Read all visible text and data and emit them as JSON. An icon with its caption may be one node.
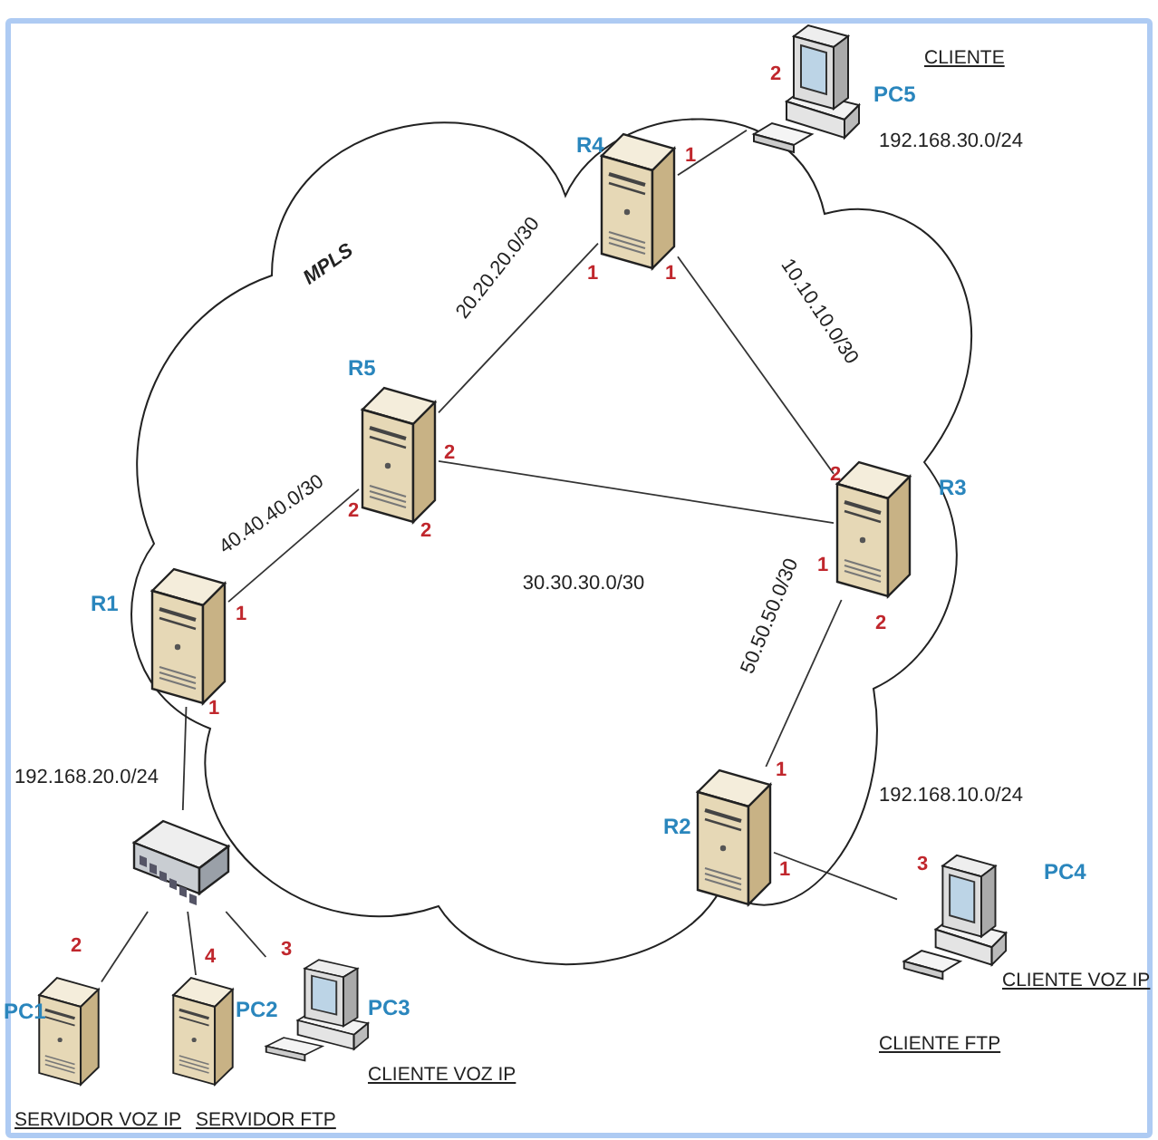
{
  "diagram": {
    "nodes": [
      {
        "text": [
          "MPLS"
        ]
      },
      {
        "text": [],
        "shape": "server",
        "beside": [
          "R4"
        ],
        "in": 0
      },
      {
        "text": [],
        "shape": "computer",
        "beside": [
          "PC5",
          "CLIENTE"
        ]
      },
      {
        "text": [],
        "shape": "server",
        "beside": [
          "R5"
        ],
        "in": 0
      },
      {
        "text": [],
        "shape": "server",
        "beside": [
          "R3"
        ],
        "in": 0
      },
      {
        "text": [],
        "shape": "server",
        "beside": [
          "R1"
        ],
        "in": 0
      },
      {
        "text": [],
        "shape": "server",
        "beside": [
          "R2"
        ],
        "in": 0
      },
      {
        "text": [],
        "shape": "switch"
      },
      {
        "text": [],
        "shape": "server",
        "beside": [
          "PC1",
          "SERVIDOR VOZ IP"
        ]
      },
      {
        "text": [],
        "shape": "server",
        "beside": [
          "PC2",
          "SERVIDOR FTP"
        ]
      },
      {
        "text": [],
        "shape": "computer",
        "beside": [
          "PC3",
          "CLIENTE VOZ IP"
        ]
      },
      {
        "text": [],
        "shape": "computer",
        "beside": [
          "PC4",
          "CLIENTE VOZ IP",
          "CLIENTE FTP"
        ]
      }
    ],
    "edges": [
      {
        "from": 1,
        "to": 2,
        "arrow": "none"
      },
      {
        "from": 1,
        "to": 3,
        "arrow": "none",
        "label": "20.20.20.0/30"
      },
      {
        "from": 1,
        "to": 4,
        "arrow": "none",
        "label": "10.10.10.0/30"
      },
      {
        "from": 3,
        "to": 5,
        "arrow": "none",
        "label": "40.40.40.0/30"
      },
      {
        "from": 3,
        "to": 4,
        "arrow": "none",
        "label": "30.30.30.0/30"
      },
      {
        "from": 4,
        "to": 6,
        "arrow": "none",
        "label": "50.50.50.0/30"
      },
      {
        "from": 6,
        "to": 11,
        "arrow": "none"
      },
      {
        "from": 5,
        "to": 7,
        "arrow": "none"
      },
      {
        "from": 7,
        "to": 8,
        "arrow": "none"
      },
      {
        "from": 7,
        "to": 9,
        "arrow": "none"
      },
      {
        "from": 7,
        "to": 10,
        "arrow": "none"
      }
    ],
    "labels": [
      "2",
      "1",
      "192.168.30.0/24",
      "1",
      "1",
      "2",
      "2",
      "2",
      "2",
      "1",
      "1",
      "2",
      "1",
      "192.168.20.0/24",
      "1",
      "192.168.10.0/24",
      "1",
      "3",
      "2",
      "4",
      "3"
    ]
  }
}
